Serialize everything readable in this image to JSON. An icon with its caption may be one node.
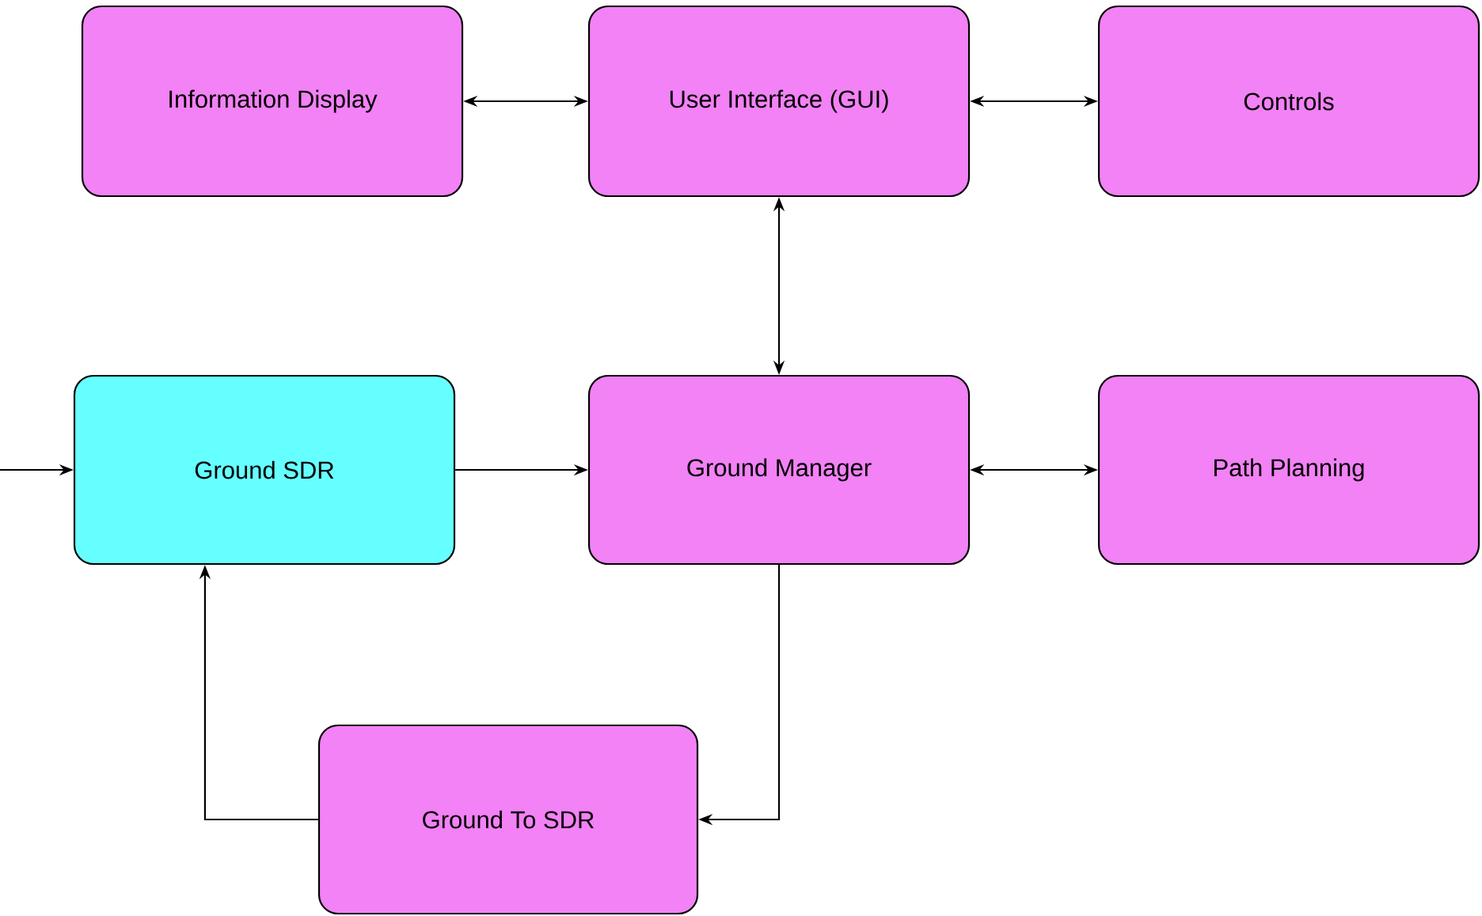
{
  "diagram": {
    "nodes": [
      {
        "text": [
          "Information Display"
        ]
      },
      {
        "text": [
          "User Interface (GUI)"
        ]
      },
      {
        "text": [
          "Controls"
        ]
      },
      {
        "text": [
          "Ground SDR"
        ]
      },
      {
        "text": [
          "Ground Manager"
        ]
      },
      {
        "text": [
          "Path Planning"
        ]
      },
      {
        "text": [
          "Ground To SDR"
        ]
      }
    ],
    "edges": [
      {
        "from": 0,
        "to": 1,
        "arrow": "both"
      },
      {
        "from": 1,
        "to": 2,
        "arrow": "both"
      },
      {
        "from": 1,
        "to": 4,
        "arrow": "both"
      },
      {
        "from": null,
        "to": 3,
        "arrow": "to"
      },
      {
        "from": 3,
        "to": 4,
        "arrow": "to"
      },
      {
        "from": 4,
        "to": 5,
        "arrow": "both"
      },
      {
        "from": 4,
        "to": 6,
        "arrow": "to"
      },
      {
        "from": 6,
        "to": 3,
        "arrow": "to"
      }
    ]
  }
}
